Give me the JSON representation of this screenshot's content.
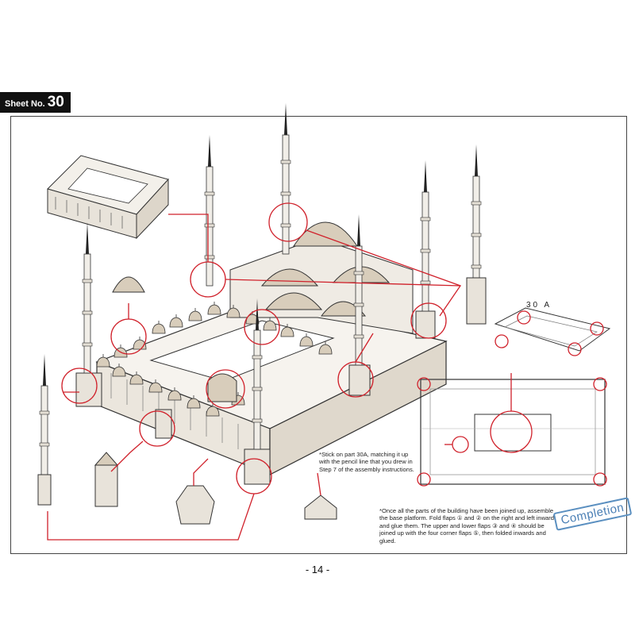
{
  "sheet": {
    "label": "Sheet No.",
    "number": "30"
  },
  "part_label": "30 A",
  "note_stick": "*Stick on part 30A, matching it up with the pencil line that you drew in Step 7 of the assembly instructions.",
  "note_assembly": "*Once all the parts of the building have been joined up, assemble the base platform. Fold flaps ① and ② on the right and left inward and glue them. The upper and lower flaps ③ and ④ should be joined up with the four corner flaps ⑤, then folded inwards and glued.",
  "stamp": "Completion",
  "page_number": "- 14 -",
  "colors": {
    "callout": "#d0212b",
    "stamp": "#4a7fb5",
    "dome": "#d8cdbb",
    "spire": "#222222"
  }
}
